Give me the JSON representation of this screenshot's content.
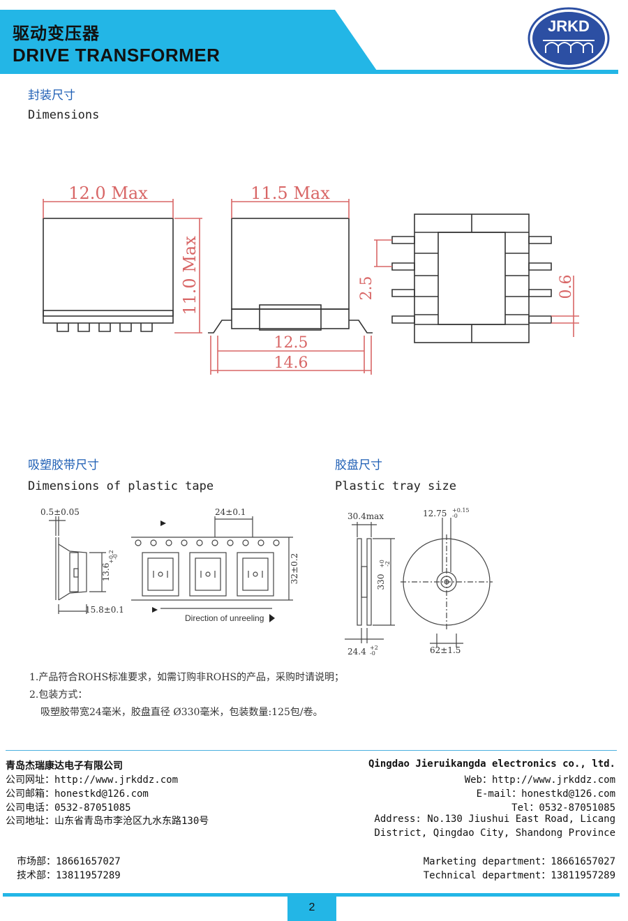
{
  "header": {
    "title_cn": "驱动变压器",
    "title_en": "DRIVE TRANSFORMER",
    "logo_text": "JRKD",
    "colors": {
      "band": "#23b6e6",
      "logo": "#2c4fa3"
    }
  },
  "dimensions": {
    "heading_cn": "封装尺寸",
    "heading_en": "Dimensions",
    "labels": {
      "width_max": "12.0 Max",
      "depth_max": "11.5 Max",
      "height_max": "11.0 Max",
      "inner_width": "12.5",
      "outer_width": "14.6",
      "pitch": "2.5",
      "pin_width": "0.6"
    }
  },
  "tape": {
    "heading_cn": "吸塑胶带尺寸",
    "heading_en": "Dimensions of plastic tape",
    "labels": {
      "thickness": "0.5±0.05",
      "pitch": "24±0.1",
      "pocket_height": "13.6",
      "pocket_height_tol_plus": "+0.2",
      "pocket_height_tol_minus": "-0",
      "tape_width": "32±0.2",
      "pocket_depth": "15.8±0.1",
      "direction": "Direction of unreeling"
    }
  },
  "tray": {
    "heading_cn": "胶盘尺寸",
    "heading_en": "Plastic tray size",
    "labels": {
      "width_max": "30.4max",
      "hub": "12.75",
      "hub_tol_plus": "+0.15",
      "hub_tol_minus": "-0",
      "diameter": "330",
      "diameter_tol_plus": "+0",
      "diameter_tol_minus": "-2",
      "inner_width": "24.4",
      "inner_width_tol_plus": "+2",
      "inner_width_tol_minus": "-0",
      "core": "62±1.5"
    }
  },
  "notes": {
    "line1": "1.产品符合ROHS标准要求，如需订购非ROHS的产品，采购时请说明；",
    "line2": "2.包装方式：",
    "line3": "吸塑胶带宽24毫米，胶盘直径 Ø330毫米，包装数量:125包/卷。"
  },
  "footer": {
    "company_cn": "青岛杰瑞康达电子有限公司",
    "website_cn": "公司网址：http://www.jrkddz.com",
    "email_cn": "公司邮箱：honestkd@126.com",
    "phone_cn": "公司电话：0532-87051085",
    "address_cn": "公司地址：山东省青岛市李沧区九水东路130号",
    "marketing_cn": "市场部：18661657027",
    "technical_cn": "技术部：13811957289",
    "company_en": "Qingdao Jieruikangda electronics co., ltd.",
    "website_en": "Web：http://www.jrkddz.com",
    "email_en": "E-mail：honestkd@126.com",
    "phone_en": "Tel：0532-87051085",
    "address_en_1": "Address: No.130 Jiushui East Road, Licang",
    "address_en_2": "District, Qingdao City, Shandong Province",
    "marketing_en": "Marketing department：18661657027",
    "technical_en": "Technical department：13811957289"
  },
  "page_number": "2"
}
